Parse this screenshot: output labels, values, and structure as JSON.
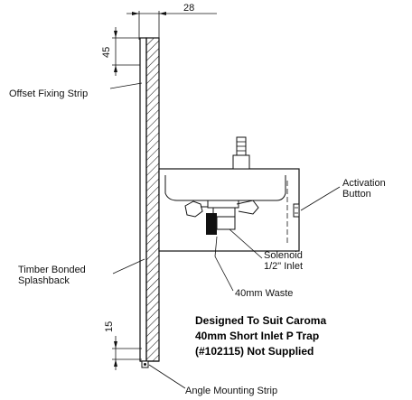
{
  "dimensions": {
    "top_width": "28",
    "top_height": "45",
    "bottom_height": "15"
  },
  "labels": {
    "offset_fixing_strip": "Offset Fixing Strip",
    "activation_button_line1": "Activation",
    "activation_button_line2": "Button",
    "solenoid_line1": "Solenoid",
    "solenoid_line2": "1/2\" Inlet",
    "timber_line1": "Timber Bonded",
    "timber_line2": "Splashback",
    "waste": "40mm Waste",
    "angle_mounting_strip": "Angle Mounting Strip"
  },
  "note": {
    "line1": "Designed To Suit Caroma",
    "line2": "40mm Short Inlet P Trap",
    "line3": "(#102115) Not Supplied"
  }
}
